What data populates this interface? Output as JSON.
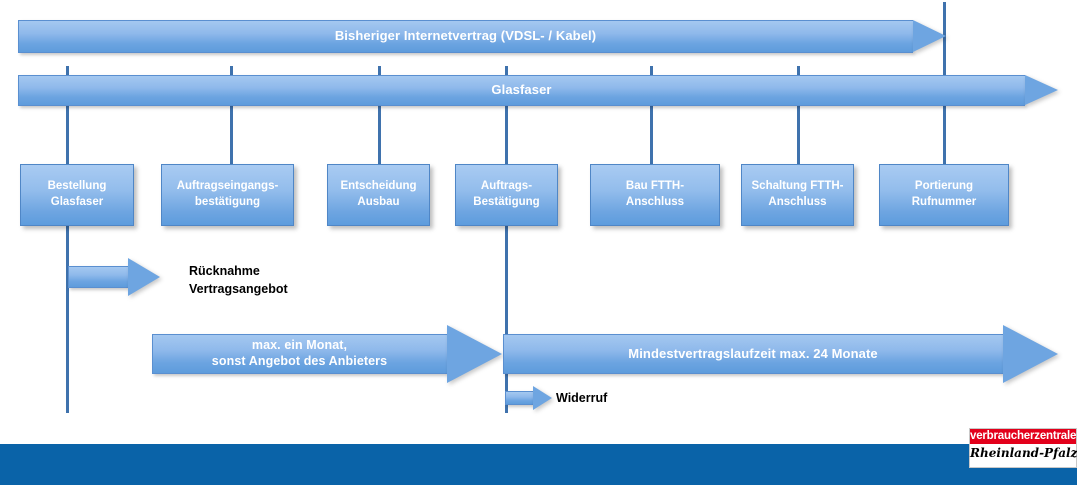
{
  "diagram": {
    "title": "Glasfaser Vertragsablauf Zeitstrahl",
    "accent_blue": "#6ea5e1",
    "line_blue": "#3f72ad",
    "footer_blue": "#0a63a8",
    "logo_red": "#e3001b"
  },
  "timeline_bars": [
    {
      "id": "bisheriger-vertrag",
      "label": "Bisheriger Internetvertrag (VDSL- / Kabel)"
    },
    {
      "id": "glasfaser",
      "label": "Glasfaser"
    }
  ],
  "steps": [
    {
      "id": "bestellung-glasfaser",
      "label": "Bestellung\nGlasfaser"
    },
    {
      "id": "auftragseingangsbestaetigung",
      "label": "Auftragseingangs-\nbestätigung"
    },
    {
      "id": "entscheidung-ausbau",
      "label": "Entscheidung\nAusbau"
    },
    {
      "id": "auftragsbestaetigung",
      "label": "Auftrags-\nBestätigung"
    },
    {
      "id": "bau-ftth-anschluss",
      "label": "Bau FTTH-\nAnschluss"
    },
    {
      "id": "schaltung-ftth-anschluss",
      "label": "Schaltung FTTH-\nAnschluss"
    },
    {
      "id": "portierung-rufnummer",
      "label": "Portierung\nRufnummer"
    }
  ],
  "annotations": {
    "ruecknahme": "Rücknahme\nVertragsangebot",
    "widerruf": "Widerruf"
  },
  "period_arrows": [
    {
      "id": "max-ein-monat",
      "label": "max. ein Monat,\nsonst Angebot des Anbieters"
    },
    {
      "id": "mindestvertragslaufzeit",
      "label": "Mindestvertragslaufzeit max. 24 Monate"
    }
  ],
  "logo": {
    "top_text": "verbraucherzentrale",
    "bottom_text": "Rheinland-Pfalz"
  }
}
